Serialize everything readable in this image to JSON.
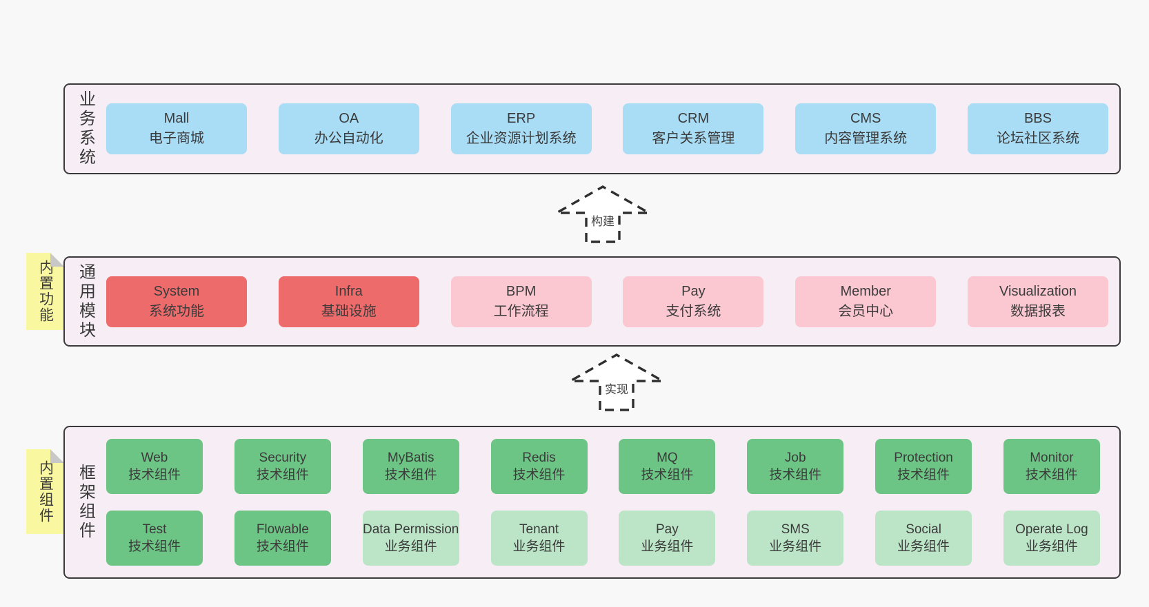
{
  "bands": {
    "business": {
      "label": "业务系统",
      "boxes": [
        {
          "name": "Mall",
          "desc": "电子商城"
        },
        {
          "name": "OA",
          "desc": "办公自动化"
        },
        {
          "name": "ERP",
          "desc": "企业资源计划系统"
        },
        {
          "name": "CRM",
          "desc": "客户关系管理"
        },
        {
          "name": "CMS",
          "desc": "内容管理系统"
        },
        {
          "name": "BBS",
          "desc": "论坛社区系统"
        }
      ]
    },
    "modules": {
      "label": "通用模块",
      "note": "内置功能",
      "boxes": [
        {
          "name": "System",
          "desc": "系统功能",
          "variant": "red"
        },
        {
          "name": "Infra",
          "desc": "基础设施",
          "variant": "red"
        },
        {
          "name": "BPM",
          "desc": "工作流程",
          "variant": "pink"
        },
        {
          "name": "Pay",
          "desc": "支付系统",
          "variant": "pink"
        },
        {
          "name": "Member",
          "desc": "会员中心",
          "variant": "pink"
        },
        {
          "name": "Visualization",
          "desc": "数据报表",
          "variant": "pink"
        }
      ]
    },
    "framework": {
      "label": "框架组件",
      "note": "内置组件",
      "row1": [
        {
          "name": "Web",
          "desc": "技术组件",
          "variant": "green"
        },
        {
          "name": "Security",
          "desc": "技术组件",
          "variant": "green"
        },
        {
          "name": "MyBatis",
          "desc": "技术组件",
          "variant": "green"
        },
        {
          "name": "Redis",
          "desc": "技术组件",
          "variant": "green"
        },
        {
          "name": "MQ",
          "desc": "技术组件",
          "variant": "green"
        },
        {
          "name": "Job",
          "desc": "技术组件",
          "variant": "green"
        },
        {
          "name": "Protection",
          "desc": "技术组件",
          "variant": "green"
        },
        {
          "name": "Monitor",
          "desc": "技术组件",
          "variant": "green"
        }
      ],
      "row2": [
        {
          "name": "Test",
          "desc": "技术组件",
          "variant": "green"
        },
        {
          "name": "Flowable",
          "desc": "技术组件",
          "variant": "green"
        },
        {
          "name": "Data Permission",
          "desc": "业务组件",
          "variant": "light-green"
        },
        {
          "name": "Tenant",
          "desc": "业务组件",
          "variant": "light-green"
        },
        {
          "name": "Pay",
          "desc": "业务组件",
          "variant": "light-green"
        },
        {
          "name": "SMS",
          "desc": "业务组件",
          "variant": "light-green"
        },
        {
          "name": "Social",
          "desc": "业务组件",
          "variant": "light-green"
        },
        {
          "name": "Operate Log",
          "desc": "业务组件",
          "variant": "light-green"
        }
      ]
    }
  },
  "arrows": {
    "build": "构建",
    "implement": "实现"
  },
  "colors": {
    "page_bg": "#f8f8f8",
    "band_bg": "#f6edf5",
    "band_border": "#3a3a3a",
    "blue_box": "#a9dcf5",
    "red_box": "#ee6b6b",
    "pink_box": "#fbc8d1",
    "green_box": "#6cc584",
    "light_green_box": "#bce5c8",
    "note_yellow": "#f9f8a0",
    "note_fold": "#c8c8c8",
    "text": "#3b3b3b"
  }
}
